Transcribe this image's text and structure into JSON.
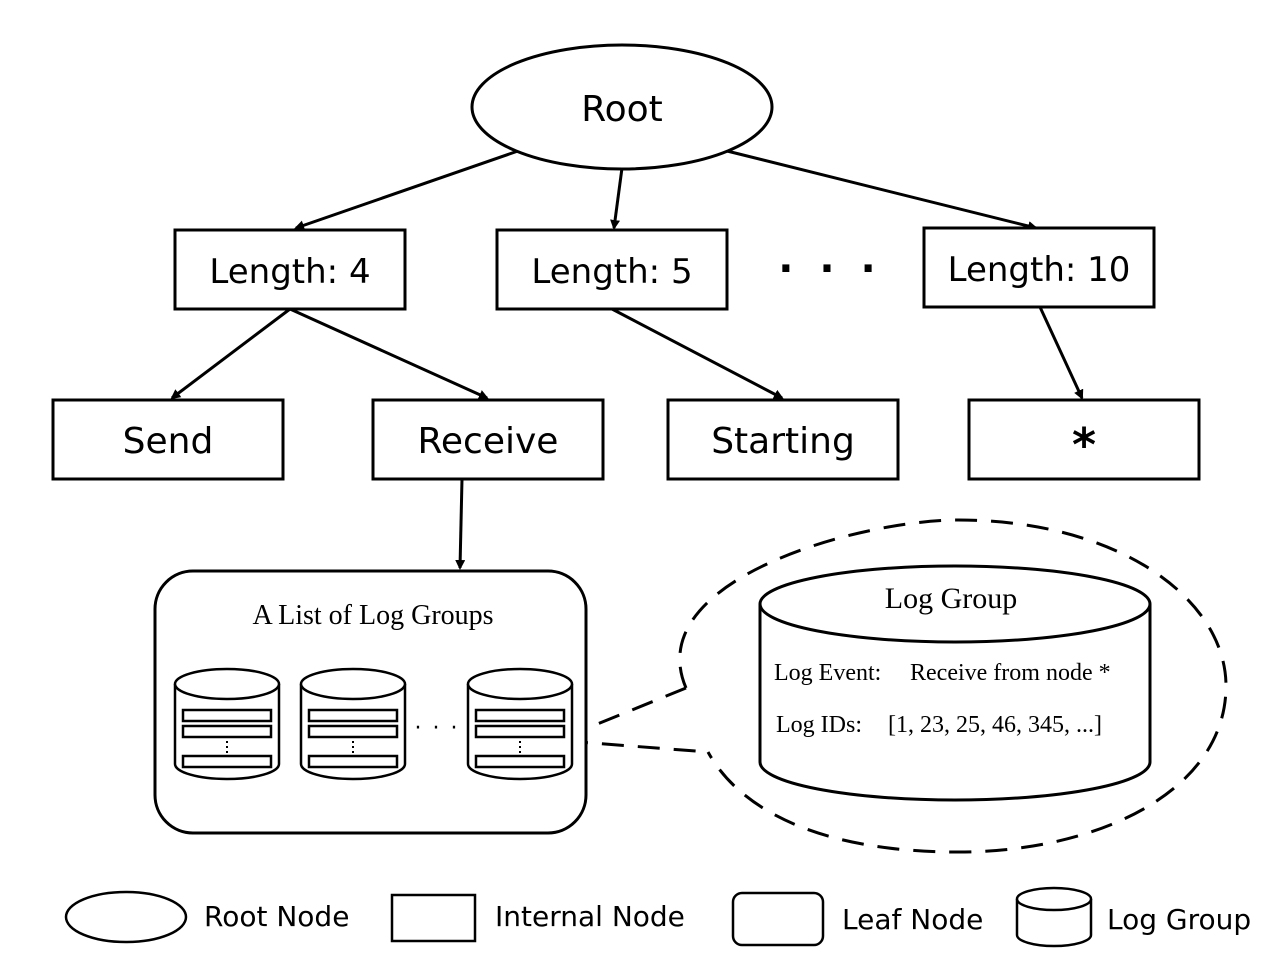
{
  "root": {
    "label": "Root"
  },
  "internal_nodes": [
    "Length: 4",
    "Length: 5",
    "Length: 10"
  ],
  "internal_ellipsis": "· · ·",
  "leaf_nodes": [
    "Send",
    "Receive",
    "Starting",
    "*"
  ],
  "log_group_list": {
    "title": "A List of Log Groups",
    "ellipsis": "· · ·"
  },
  "log_group_detail": {
    "title": "Log Group",
    "event_label": "Log Event:",
    "event_value": "Receive from node *",
    "ids_label": "Log IDs:",
    "ids_value": "[1, 23, 25, 46, 345, ...]"
  },
  "legend": {
    "root": "Root Node",
    "internal": "Internal Node",
    "leaf": "Leaf Node",
    "log_group": "Log Group"
  }
}
